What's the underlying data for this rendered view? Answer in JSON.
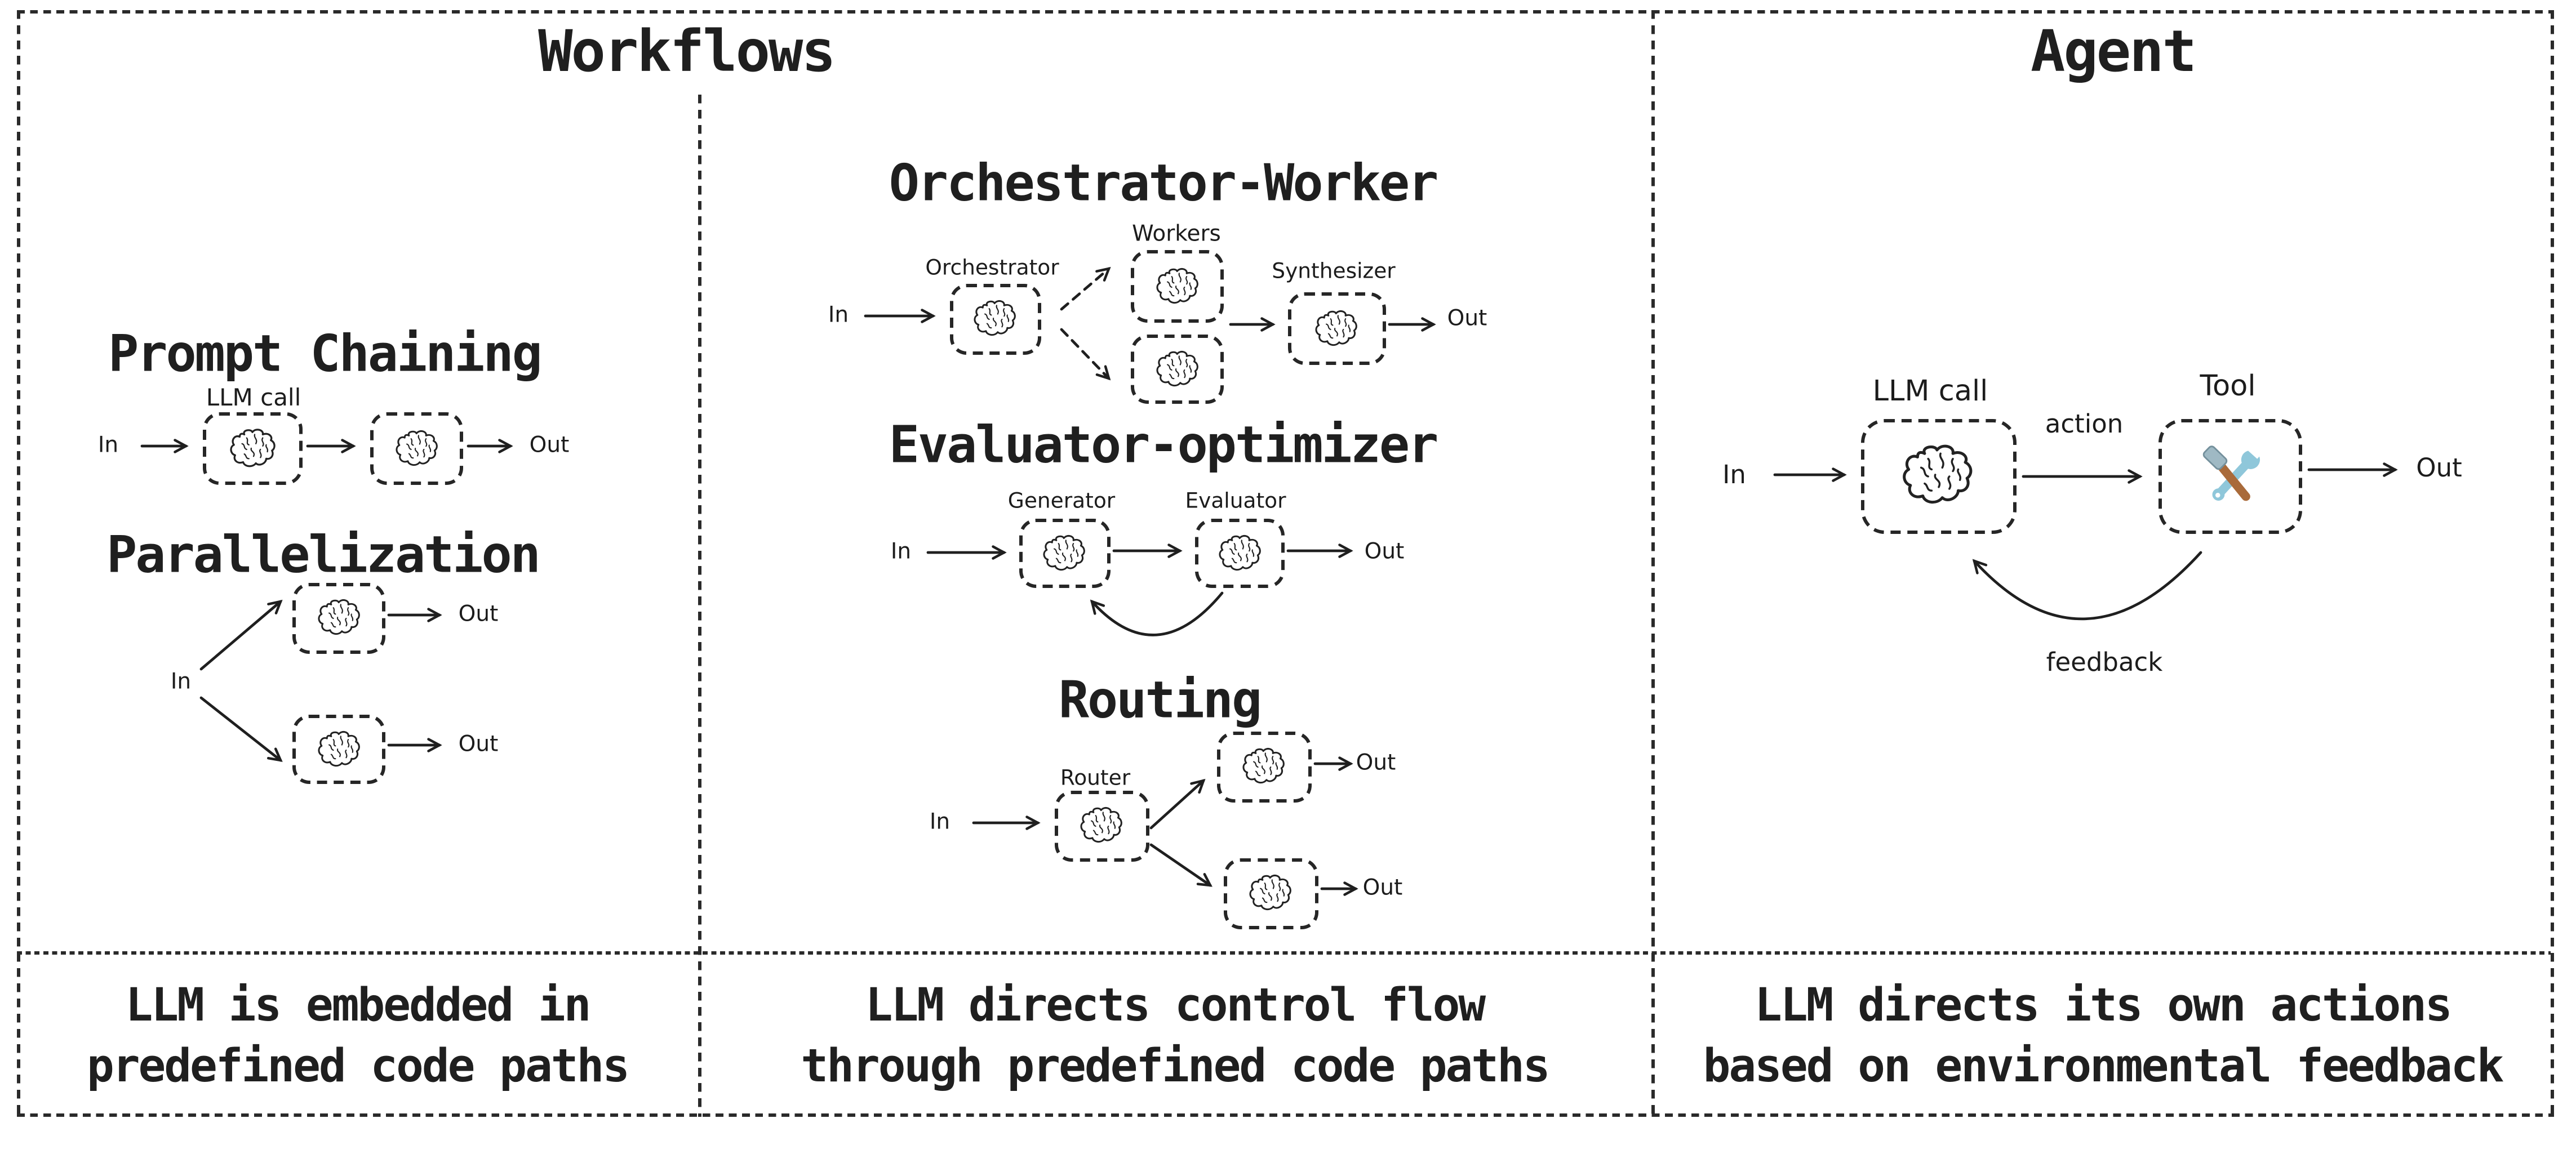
{
  "workflows": {
    "title": "Workflows",
    "prompt_chaining": {
      "title": "Prompt Chaining",
      "llm_call": "LLM call",
      "in": "In",
      "out": "Out"
    },
    "parallelization": {
      "title": "Parallelization",
      "in": "In",
      "out_top": "Out",
      "out_bottom": "Out"
    },
    "orchestrator_worker": {
      "title": "Orchestrator-Worker",
      "workers": "Workers",
      "orchestrator": "Orchestrator",
      "synthesizer": "Synthesizer",
      "in": "In",
      "out": "Out"
    },
    "evaluator_optimizer": {
      "title": "Evaluator-optimizer",
      "generator": "Generator",
      "evaluator": "Evaluator",
      "in": "In",
      "out": "Out"
    },
    "routing": {
      "title": "Routing",
      "router": "Router",
      "in": "In",
      "out_top": "Out",
      "out_bottom": "Out"
    },
    "caption_left": "LLM is embedded in\npredefined code paths",
    "caption_middle": "LLM directs control flow\nthrough predefined code paths"
  },
  "agent": {
    "title": "Agent",
    "llm_call": "LLM call",
    "tool": "Tool",
    "action": "action",
    "feedback": "feedback",
    "in": "In",
    "out": "Out",
    "caption": "LLM directs its own actions\nbased on environmental feedback"
  },
  "icons": {
    "llm_node": "brain-doodle",
    "tool_node": "hammer-and-wrench"
  },
  "colors": {
    "ink": "#1f1f1f",
    "background": "#ffffff",
    "wrench_blue": "#8fc7da",
    "hammer_brown": "#a96a3a",
    "hammer_head": "#9fb9c4"
  }
}
